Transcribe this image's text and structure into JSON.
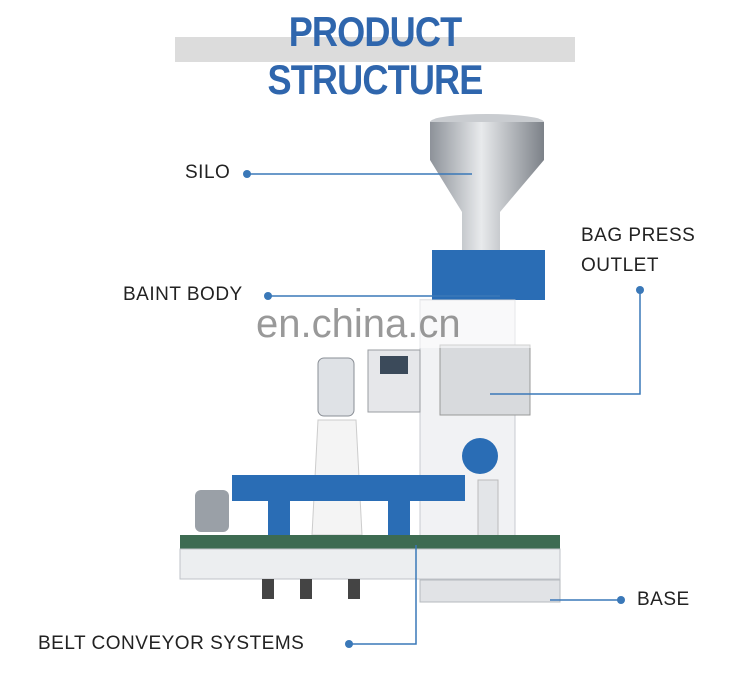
{
  "header": {
    "title": "PRODUCT STRUCTURE"
  },
  "labels": {
    "silo": "SILO",
    "bag_press_line1": "BAG PRESS",
    "bag_press_line2": "OUTLET",
    "paint_body": "BAINT BODY",
    "base": "BASE",
    "belt_conveyor": "BELT CONVEYOR SYSTEMS"
  },
  "watermark": "en.china.cn",
  "colors": {
    "accent": "#2f66ad",
    "machine_blue": "#2a6db5",
    "leader": "#3a78b8"
  }
}
